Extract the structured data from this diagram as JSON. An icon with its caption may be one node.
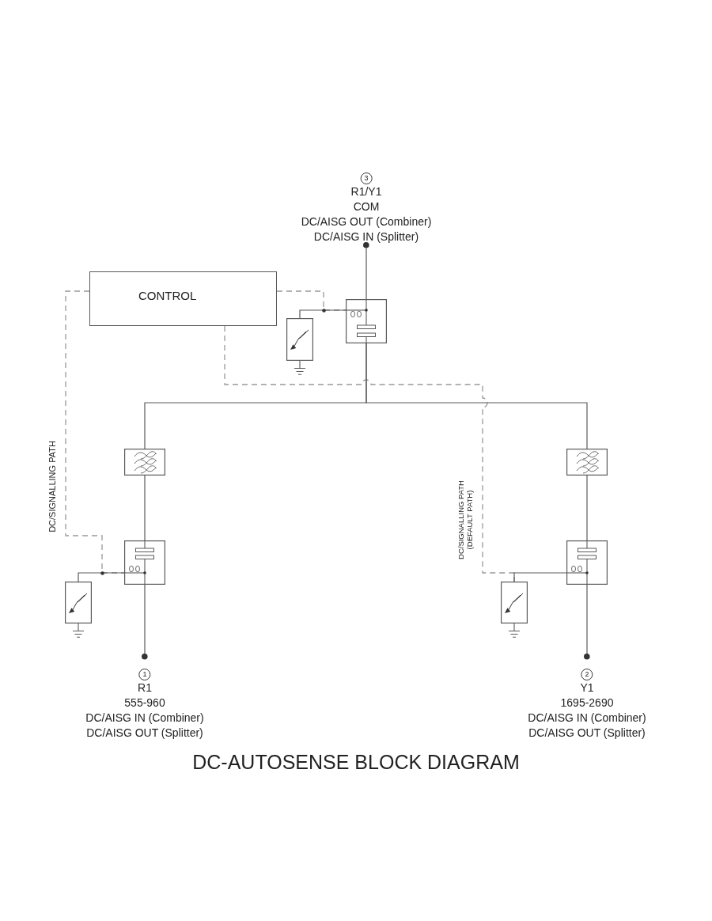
{
  "diagram": {
    "title": "DC-AUTOSENSE BLOCK DIAGRAM",
    "nodes": [
      {
        "text": [
          "3"
        ],
        "beside": [
          "R1/Y1",
          "COM",
          "DC/AISG OUT (Combiner)",
          "DC/AISG IN (Splitter)"
        ]
      },
      {
        "text": [],
        "shape": "dot"
      },
      {
        "text": [
          "CONTROL"
        ]
      },
      {
        "text": [],
        "shape": "box"
      },
      {
        "text": [],
        "shape": "box"
      },
      {
        "text": [],
        "shape": "box"
      },
      {
        "text": [],
        "shape": "box"
      },
      {
        "text": [],
        "shape": "box"
      },
      {
        "text": [],
        "shape": "box"
      },
      {
        "text": [],
        "shape": "box"
      },
      {
        "text": [],
        "shape": "box"
      },
      {
        "text": [],
        "shape": "dot"
      },
      {
        "text": [],
        "shape": "dot"
      },
      {
        "text": [
          "1"
        ],
        "beside": [
          "R1",
          "555-960",
          "DC/AISG IN (Combiner)",
          "DC/AISG OUT (Splitter)"
        ]
      },
      {
        "text": [
          "2"
        ],
        "beside": [
          "Y1",
          "1695-2690",
          "DC/AISG IN (Combiner)",
          "DC/AISG OUT (Splitter)"
        ]
      }
    ],
    "edges": [
      {
        "from": 1,
        "to": 3,
        "arrow": "none"
      },
      {
        "from": 4,
        "to": 3,
        "arrow": "none"
      },
      {
        "from": 2,
        "to": 3,
        "arrow": "none",
        "style": "dashed",
        "color": "#999999"
      },
      {
        "from": 3,
        "to": 5,
        "arrow": "none"
      },
      {
        "from": 3,
        "to": 6,
        "arrow": "none"
      },
      {
        "from": 5,
        "to": 7,
        "arrow": "none"
      },
      {
        "from": 6,
        "to": 8,
        "arrow": "none"
      },
      {
        "from": 2,
        "to": 7,
        "arrow": "none",
        "style": "dashed",
        "color": "#999999",
        "label": "DC/SIGNALLING PATH"
      },
      {
        "from": 2,
        "to": 10,
        "arrow": "none",
        "style": "dashed",
        "color": "#999999",
        "label": "DC/SIGNALLING PATH (DEFAULT PATH)"
      },
      {
        "from": 9,
        "to": 7,
        "arrow": "none"
      },
      {
        "from": 10,
        "to": 8,
        "arrow": "none"
      },
      {
        "from": 7,
        "to": 11,
        "arrow": "none"
      },
      {
        "from": 8,
        "to": 12,
        "arrow": "none"
      }
    ]
  }
}
